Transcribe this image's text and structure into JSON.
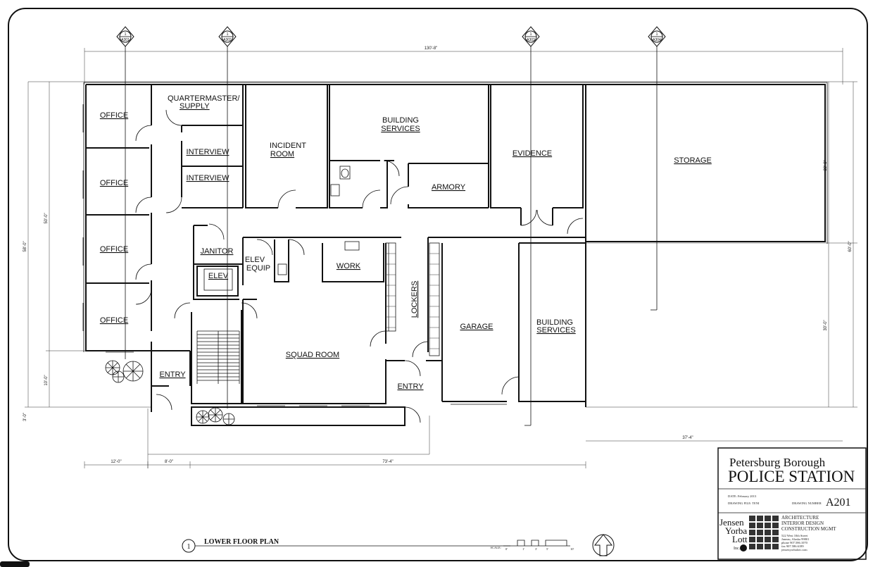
{
  "rooms": {
    "office1": "OFFICE",
    "office2": "OFFICE",
    "office3": "OFFICE",
    "office4": "OFFICE",
    "quartermaster_line1": "QUARTERMASTER/",
    "quartermaster_line2": "SUPPLY",
    "interview1": "INTERVIEW",
    "interview2": "INTERVIEW",
    "incident_line1": "INCIDENT",
    "incident_line2": "ROOM",
    "building_services1_line1": "BUILDING",
    "building_services1_line2": "SERVICES",
    "armory": "ARMORY",
    "evidence": "EVIDENCE",
    "storage": "STORAGE",
    "janitor": "JANITOR",
    "elev": "ELEV",
    "elev_equip_line1": "ELEV",
    "elev_equip_line2": "EQUIP",
    "work": "WORK",
    "lockers": "LOCKERS",
    "garage": "GARAGE",
    "building_services2_line1": "BUILDING",
    "building_services2_line2": "SERVICES",
    "squad_room": "SQUAD  ROOM",
    "entry_west": "ENTRY",
    "entry_south": "ENTRY"
  },
  "dimensions": {
    "top_overall": "130'-8\"",
    "bottom_left": "12'-0\"",
    "bottom_mid": "8'-0\"",
    "bottom_main": "73'-4\"",
    "bottom_right": "37'-4\"",
    "left_overall": "58'-0\"",
    "left_upper": "50'-0\"",
    "left_lower": "10'-0\"",
    "left_bottom": "3'-0\"",
    "right_overall": "60'-0\"",
    "right_upper": "30'-0\"",
    "right_lower": "30'-0\""
  },
  "section_markers": [
    {
      "num": "1",
      "sheet": "A301"
    },
    {
      "num": "1",
      "sheet": "A302"
    },
    {
      "num": "1",
      "sheet": "A303"
    },
    {
      "num": "1",
      "sheet": "A304"
    }
  ],
  "title_block": {
    "line1": "Petersburg Borough",
    "line2": "POLICE STATION",
    "date_label": "DATE: February 2013",
    "drawing_file_label": "DRAWING FILE: TENI",
    "drawing_number_label": "DRAWING NUMBER",
    "drawing_number": "A201",
    "firm_line1": "Jensen",
    "firm_line2": "Yorba",
    "firm_line3": "Lott",
    "firm_suffix": "Inc.",
    "services": [
      "ARCHITECTURE",
      "INTERIOR DESIGN",
      "CONSTRUCTION MGMT"
    ],
    "address": [
      "522 West 10th Street",
      "Juneau, Alaska 99801",
      "phone 907.586.1070",
      "fax 907.586.6189",
      "jensenyorbalott.com"
    ]
  },
  "plan_title": {
    "number": "1",
    "text": "LOWER FLOOR PLAN"
  },
  "scale_bar": {
    "label": "SCALE:",
    "ticks": [
      "0'",
      "1'",
      "3'",
      "5'",
      "10'"
    ]
  }
}
